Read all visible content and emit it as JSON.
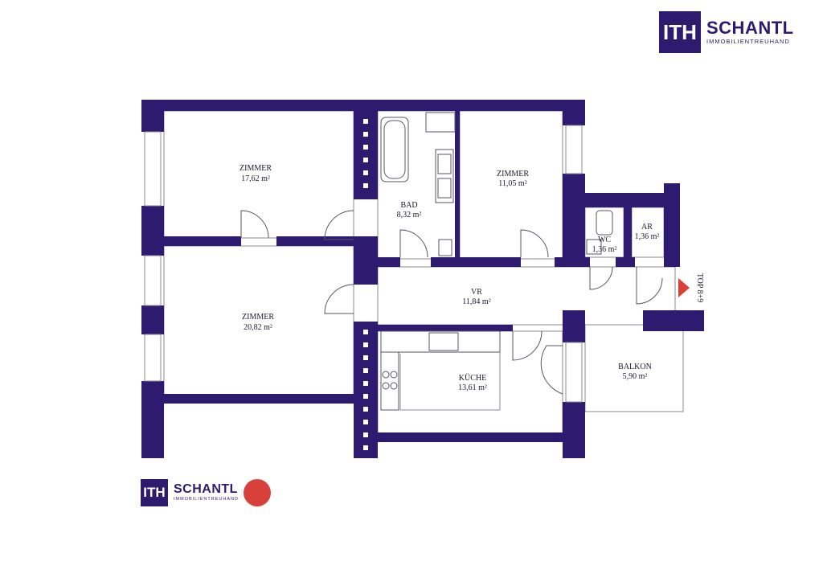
{
  "colors": {
    "wall": "#2e1a6e",
    "line": "#555566",
    "brand": "#2e1a6e",
    "seal": "#d8403a"
  },
  "brand": {
    "mark": "ITH",
    "name": "SCHANTL",
    "tagline": "IMMOBILIENTREUHAND"
  },
  "rooms": {
    "zimmer1": {
      "name": "ZIMMER",
      "area": "17,62 m²"
    },
    "zimmer2": {
      "name": "ZIMMER",
      "area": "20,82 m²"
    },
    "bad": {
      "name": "BAD",
      "area": "8,32 m²"
    },
    "zimmer3": {
      "name": "ZIMMER",
      "area": "11,05 m²"
    },
    "wc": {
      "name": "WC",
      "area": "1,36 m²"
    },
    "ar": {
      "name": "AR",
      "area": "1,36 m²"
    },
    "vr": {
      "name": "VR",
      "area": "11,84 m²"
    },
    "kueche": {
      "name": "KÜCHE",
      "area": "13,61 m²"
    },
    "balkon": {
      "name": "BALKON",
      "area": "5,90 m²"
    }
  },
  "entrance": {
    "label": "TOP 8+9"
  }
}
